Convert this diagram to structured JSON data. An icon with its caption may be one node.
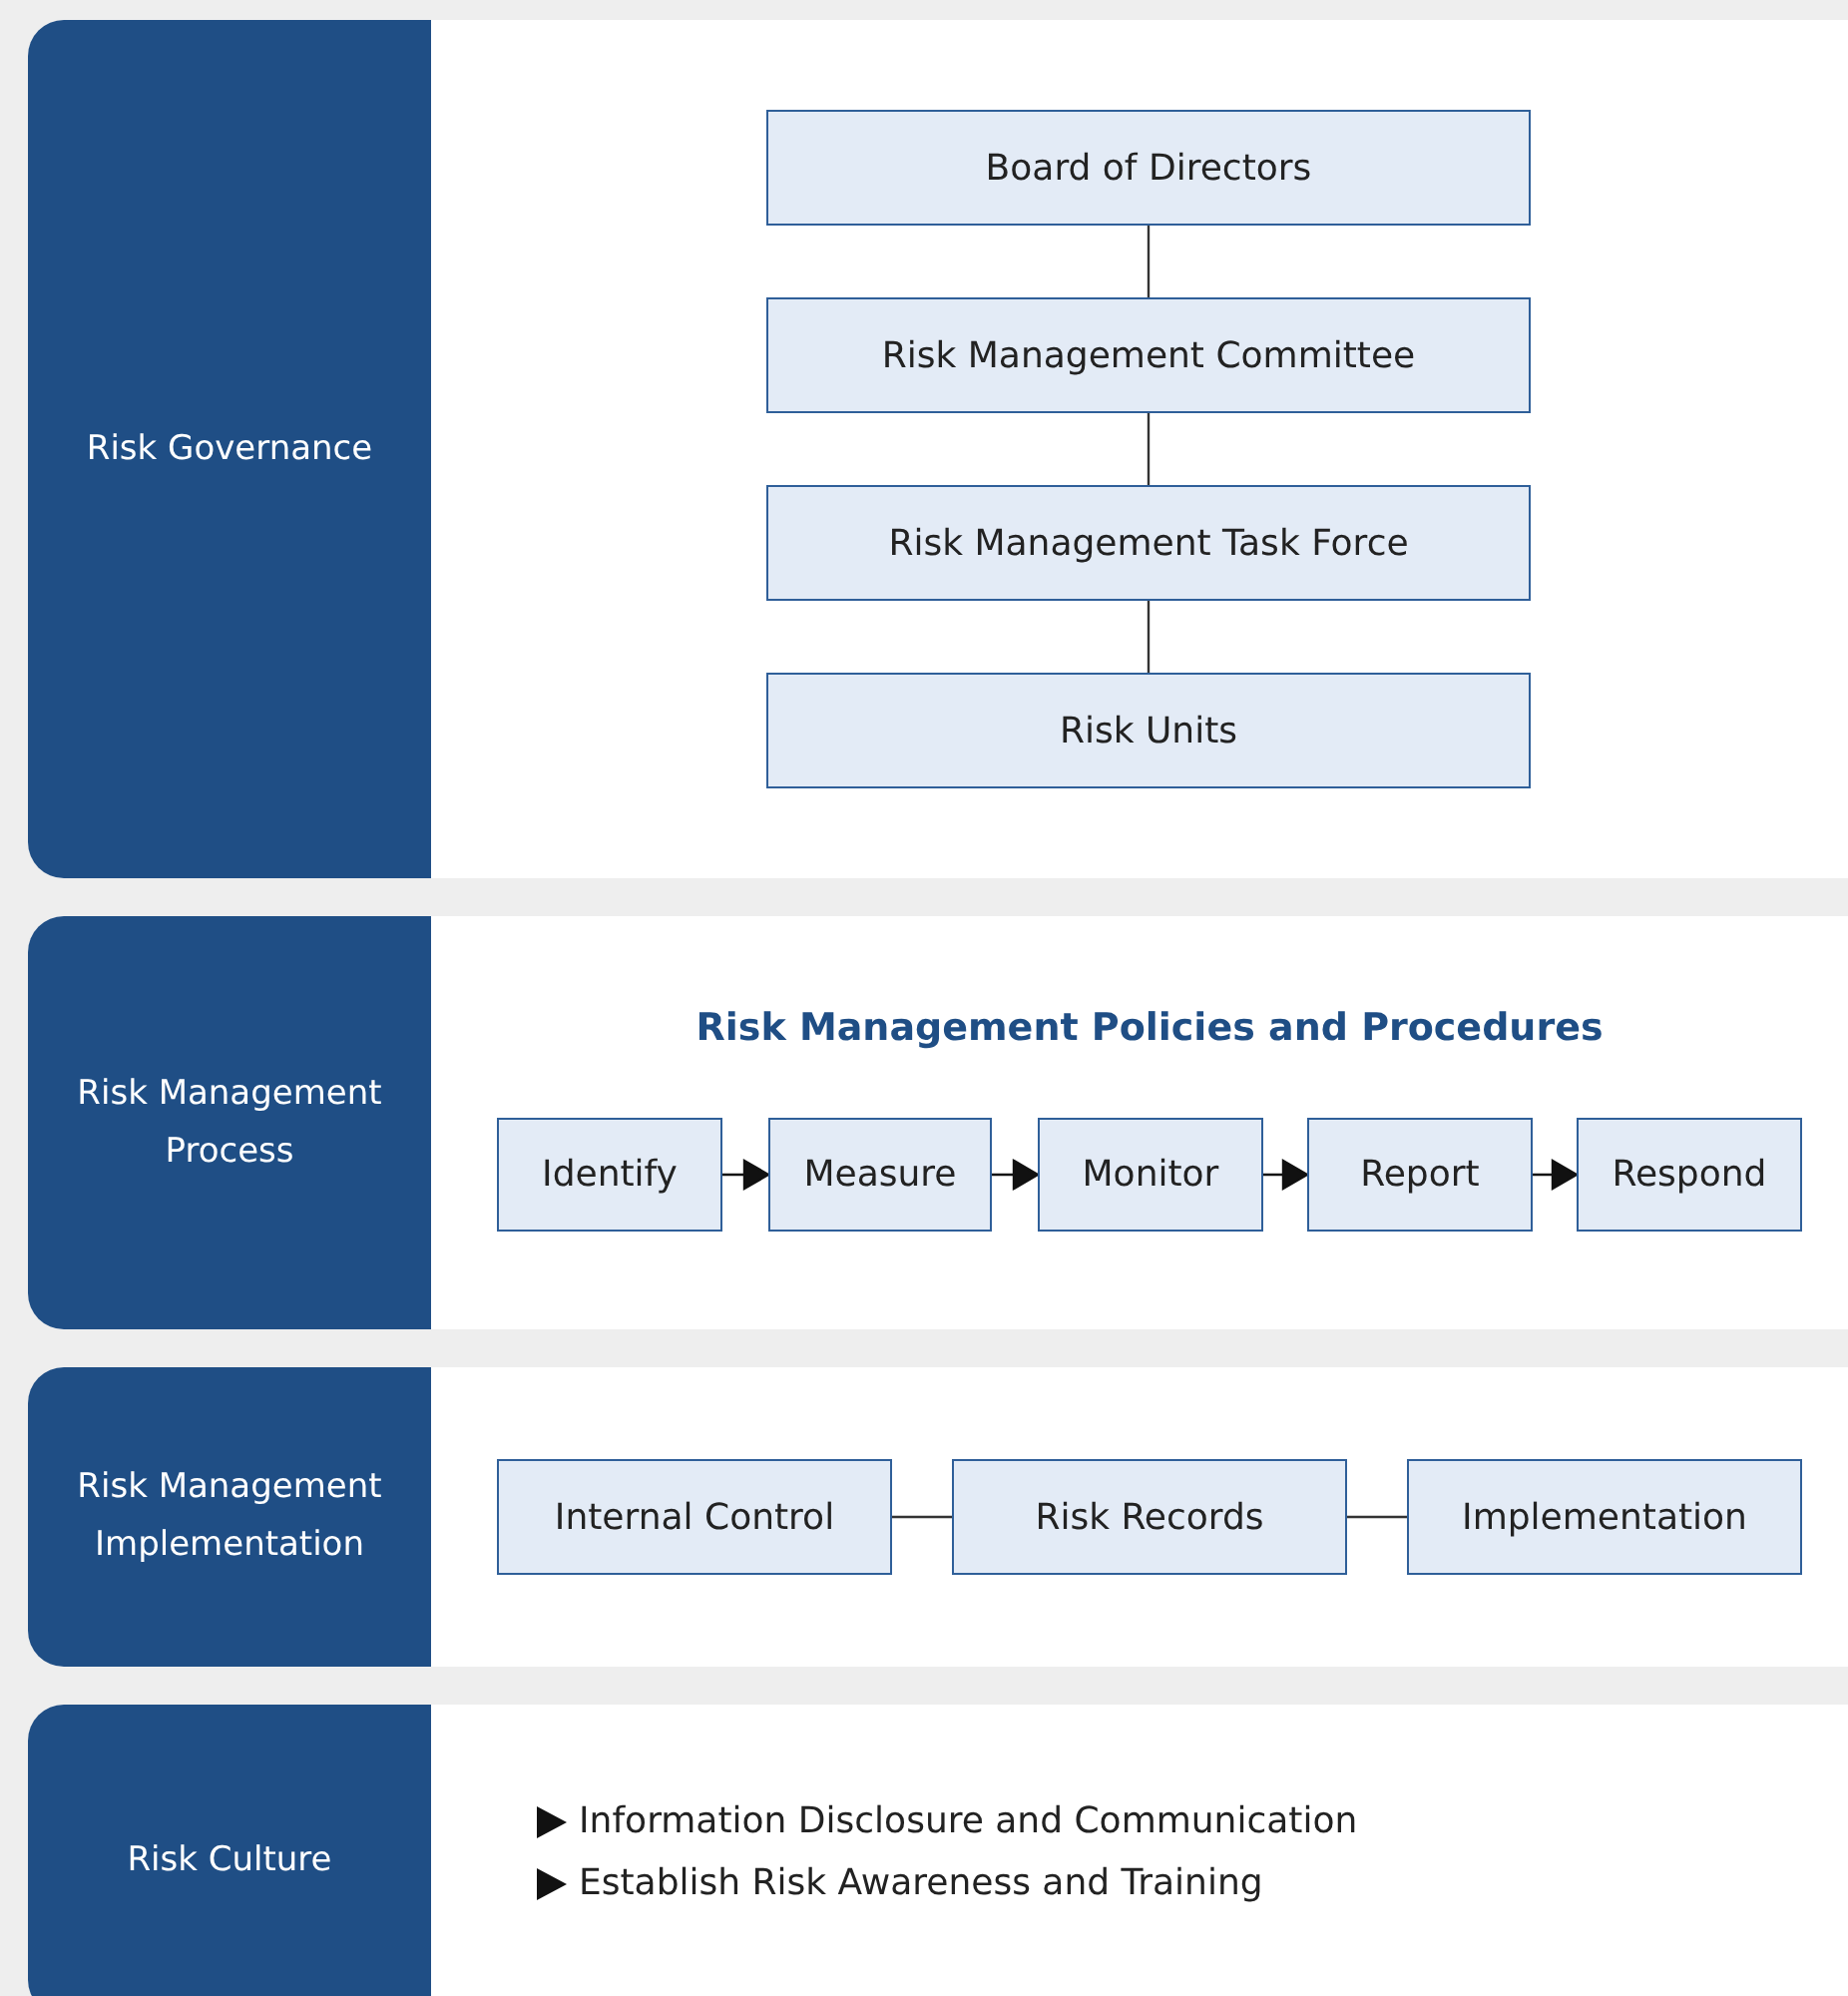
{
  "diagram": {
    "nodes": [
      {
        "text": [
          "Risk Governance"
        ]
      },
      {
        "text": [
          "Board of Directors"
        ],
        "in": 0
      },
      {
        "text": [
          "Risk Management Committee"
        ],
        "in": 0
      },
      {
        "text": [
          "Risk Management Task Force"
        ],
        "in": 0
      },
      {
        "text": [
          "Risk Units"
        ],
        "in": 0
      },
      {
        "text": [
          "Risk Management Process",
          "Risk Management Policies and Procedures"
        ]
      },
      {
        "text": [
          "Identify"
        ],
        "in": 5
      },
      {
        "text": [
          "Measure"
        ],
        "in": 5
      },
      {
        "text": [
          "Monitor"
        ],
        "in": 5
      },
      {
        "text": [
          "Report"
        ],
        "in": 5
      },
      {
        "text": [
          "Respond"
        ],
        "in": 5
      },
      {
        "text": [
          "Risk Management Implementation"
        ]
      },
      {
        "text": [
          "Internal Control"
        ],
        "in": 11
      },
      {
        "text": [
          "Risk Records"
        ],
        "in": 11
      },
      {
        "text": [
          "Implementation"
        ],
        "in": 11
      },
      {
        "text": [
          "Risk Culture",
          "Information Disclosure and Communication",
          "Establish Risk Awareness and Training"
        ]
      }
    ],
    "edges": [
      {
        "from": 1,
        "to": 2,
        "arrow": "none"
      },
      {
        "from": 2,
        "to": 3,
        "arrow": "none"
      },
      {
        "from": 3,
        "to": 4,
        "arrow": "none"
      },
      {
        "from": 6,
        "to": 7,
        "arrow": "to"
      },
      {
        "from": 7,
        "to": 8,
        "arrow": "to"
      },
      {
        "from": 8,
        "to": 9,
        "arrow": "to"
      },
      {
        "from": 9,
        "to": 10,
        "arrow": "to"
      },
      {
        "from": 12,
        "to": 13,
        "arrow": "none"
      },
      {
        "from": 13,
        "to": 14,
        "arrow": "none"
      }
    ]
  }
}
